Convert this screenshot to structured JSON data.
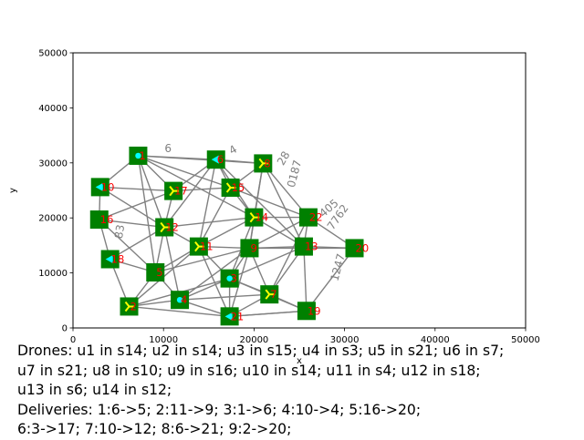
{
  "chart_data": {
    "type": "scatter",
    "xlabel": "x",
    "ylabel": "y",
    "xlim": [
      0,
      50000
    ],
    "ylim": [
      0,
      50000
    ],
    "xticks": [
      0,
      10000,
      20000,
      30000,
      40000,
      50000
    ],
    "yticks": [
      0,
      10000,
      20000,
      30000,
      40000,
      50000
    ],
    "grid": false,
    "colors": {
      "node": "#008000",
      "edge": "#808080",
      "node_label": "#ff0000",
      "drone_cyan": "#00ffff",
      "drone_yellow": "#ffff00"
    },
    "nodes": [
      {
        "id": "1",
        "x": 7200,
        "y": 31300
      },
      {
        "id": "2",
        "x": 6200,
        "y": 3900
      },
      {
        "id": "3",
        "x": 17300,
        "y": 9000
      },
      {
        "id": "4",
        "x": 11800,
        "y": 5100
      },
      {
        "id": "5",
        "x": 9100,
        "y": 10100
      },
      {
        "id": "6",
        "x": 15800,
        "y": 30600
      },
      {
        "id": "7",
        "x": 21700,
        "y": 6100
      },
      {
        "id": "8",
        "x": 21000,
        "y": 29900
      },
      {
        "id": "9",
        "x": 19500,
        "y": 14500
      },
      {
        "id": "10",
        "x": 3000,
        "y": 25600
      },
      {
        "id": "11",
        "x": 13900,
        "y": 14800
      },
      {
        "id": "12",
        "x": 10100,
        "y": 18300
      },
      {
        "id": "13",
        "x": 25500,
        "y": 14800
      },
      {
        "id": "14",
        "x": 20000,
        "y": 20100
      },
      {
        "id": "15",
        "x": 17400,
        "y": 25500
      },
      {
        "id": "16",
        "x": 2900,
        "y": 19700
      },
      {
        "id": "17",
        "x": 11100,
        "y": 24900
      },
      {
        "id": "18",
        "x": 4100,
        "y": 12500
      },
      {
        "id": "19",
        "x": 25800,
        "y": 3100
      },
      {
        "id": "20",
        "x": 31100,
        "y": 14500
      },
      {
        "id": "21",
        "x": 17300,
        "y": 2100
      },
      {
        "id": "22",
        "x": 26000,
        "y": 20100
      }
    ],
    "drones": [
      {
        "node": "1",
        "marker": "dot",
        "color": "#00ffff"
      },
      {
        "node": "6",
        "marker": "tri-left",
        "color": "#00ffff"
      },
      {
        "node": "10",
        "marker": "tri-left",
        "color": "#00ffff"
      },
      {
        "node": "18",
        "marker": "tri-left",
        "color": "#00ffff"
      },
      {
        "node": "4",
        "marker": "dot",
        "color": "#00ffff"
      },
      {
        "node": "3",
        "marker": "dot",
        "color": "#00ffff"
      },
      {
        "node": "21",
        "marker": "tri-left",
        "color": "#00ffff"
      },
      {
        "node": "2",
        "marker": "tri-right",
        "color": "#ffff00"
      },
      {
        "node": "8",
        "marker": "tri-right",
        "color": "#ffff00"
      },
      {
        "node": "12",
        "marker": "tri-right",
        "color": "#ffff00"
      },
      {
        "node": "14",
        "marker": "tri-right",
        "color": "#ffff00"
      },
      {
        "node": "15",
        "marker": "tri-right",
        "color": "#ffff00"
      },
      {
        "node": "11",
        "marker": "tri-right",
        "color": "#ffff00"
      },
      {
        "node": "7",
        "marker": "tri-right",
        "color": "#ffff00"
      },
      {
        "node": "17",
        "marker": "tri-right",
        "color": "#ffff00"
      }
    ],
    "edges": [
      [
        "1",
        "6"
      ],
      [
        "1",
        "15"
      ],
      [
        "1",
        "17"
      ],
      [
        "1",
        "8"
      ],
      [
        "1",
        "12"
      ],
      [
        "1",
        "5"
      ],
      [
        "1",
        "14"
      ],
      [
        "2",
        "4"
      ],
      [
        "2",
        "21"
      ],
      [
        "2",
        "5"
      ],
      [
        "2",
        "18"
      ],
      [
        "2",
        "3"
      ],
      [
        "2",
        "11"
      ],
      [
        "3",
        "4"
      ],
      [
        "3",
        "21"
      ],
      [
        "3",
        "7"
      ],
      [
        "3",
        "9"
      ],
      [
        "3",
        "11"
      ],
      [
        "3",
        "13"
      ],
      [
        "3",
        "19"
      ],
      [
        "3",
        "14"
      ],
      [
        "4",
        "5"
      ],
      [
        "4",
        "21"
      ],
      [
        "4",
        "9"
      ],
      [
        "4",
        "7"
      ],
      [
        "4",
        "12"
      ],
      [
        "5",
        "18"
      ],
      [
        "5",
        "11"
      ],
      [
        "5",
        "12"
      ],
      [
        "5",
        "9"
      ],
      [
        "5",
        "16"
      ],
      [
        "6",
        "8"
      ],
      [
        "6",
        "15"
      ],
      [
        "6",
        "17"
      ],
      [
        "6",
        "14"
      ],
      [
        "6",
        "12"
      ],
      [
        "6",
        "13"
      ],
      [
        "6",
        "11"
      ],
      [
        "7",
        "19"
      ],
      [
        "7",
        "9"
      ],
      [
        "7",
        "13"
      ],
      [
        "7",
        "21"
      ],
      [
        "7",
        "22"
      ],
      [
        "8",
        "15"
      ],
      [
        "8",
        "14"
      ],
      [
        "8",
        "22"
      ],
      [
        "8",
        "13"
      ],
      [
        "8",
        "9"
      ],
      [
        "9",
        "11"
      ],
      [
        "9",
        "13"
      ],
      [
        "9",
        "14"
      ],
      [
        "9",
        "20"
      ],
      [
        "9",
        "22"
      ],
      [
        "9",
        "21"
      ],
      [
        "10",
        "16"
      ],
      [
        "10",
        "17"
      ],
      [
        "10",
        "1"
      ],
      [
        "10",
        "12"
      ],
      [
        "11",
        "12"
      ],
      [
        "11",
        "14"
      ],
      [
        "11",
        "15"
      ],
      [
        "11",
        "21"
      ],
      [
        "12",
        "16"
      ],
      [
        "12",
        "17"
      ],
      [
        "12",
        "18"
      ],
      [
        "12",
        "14"
      ],
      [
        "13",
        "20"
      ],
      [
        "13",
        "22"
      ],
      [
        "13",
        "19"
      ],
      [
        "13",
        "14"
      ],
      [
        "14",
        "15"
      ],
      [
        "14",
        "22"
      ],
      [
        "15",
        "17"
      ],
      [
        "15",
        "22"
      ],
      [
        "16",
        "18"
      ],
      [
        "16",
        "17"
      ],
      [
        "19",
        "20"
      ],
      [
        "19",
        "21"
      ],
      [
        "20",
        "22"
      ],
      [
        "21",
        "19"
      ]
    ],
    "edge_labels": [
      {
        "text": "7762",
        "x": 29300,
        "y": 20100,
        "angle": -55
      },
      {
        "text": "405",
        "x": 28300,
        "y": 21700,
        "angle": -40
      },
      {
        "text": "0187",
        "x": 24500,
        "y": 28000,
        "angle": -75
      },
      {
        "text": "1247",
        "x": 29300,
        "y": 11000,
        "angle": -75
      },
      {
        "text": "4",
        "x": 17700,
        "y": 32300,
        "angle": -30
      },
      {
        "text": "6",
        "x": 10500,
        "y": 32500,
        "angle": 0
      },
      {
        "text": "83",
        "x": 5200,
        "y": 17500,
        "angle": -80
      },
      {
        "text": "28",
        "x": 23300,
        "y": 30800,
        "angle": -60
      }
    ]
  },
  "caption_lines": [
    "Drones: u1 in s14; u2 in s14; u3 in s15; u4 in s3; u5 in s21; u6 in s7;",
    "u7 in s21; u8 in s10; u9 in s16; u10 in s14; u11 in s4; u12 in s18;",
    "u13 in s6; u14 in s12;",
    "Deliveries: 1:6->5; 2:11->9; 3:1->6; 4:10->4; 5:16->20;",
    "6:3->17; 7:10->12; 8:6->21; 9:2->20;"
  ]
}
